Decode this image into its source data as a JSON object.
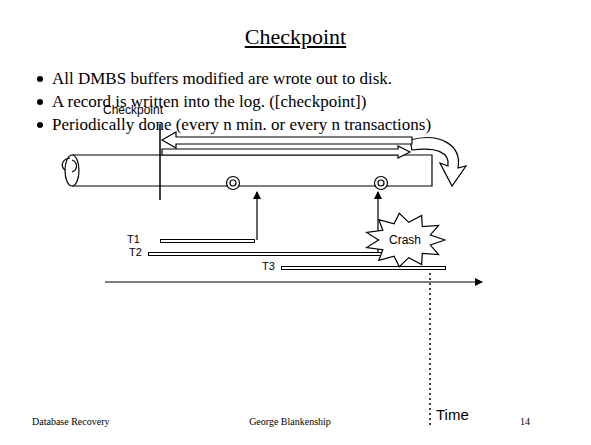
{
  "diagram": {
    "title": "Checkpoint",
    "nodes": [
      {
        "text": [
          "T1"
        ]
      },
      {
        "text": [
          "T2"
        ]
      },
      {
        "text": [
          "T3"
        ]
      },
      {
        "text": [
          "Crash"
        ]
      }
    ],
    "labels": [
      "All DMBS buffers modified are wrote out to disk.",
      "A record is written into the log. ([checkpoint])",
      "Periodically done  (every n min. or every n transactions)",
      "Checkpoint",
      "Time",
      "Database Recovery",
      "George Blankenship",
      "14"
    ]
  }
}
